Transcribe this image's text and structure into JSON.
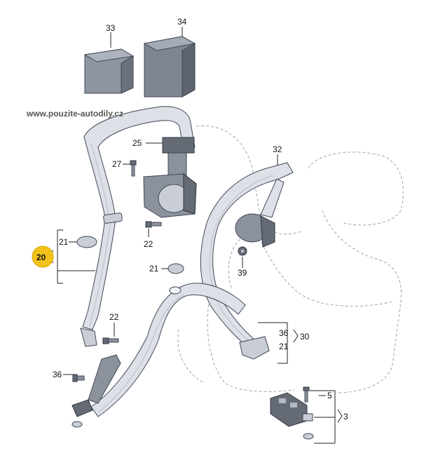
{
  "watermark": "www.pouzite-autodily.cz",
  "highlight_color": "#f2c21b",
  "callouts": {
    "c33": "33",
    "c34": "34",
    "c25": "25",
    "c27": "27",
    "c32": "32",
    "c22a": "22",
    "c21a": "21",
    "c20": "20",
    "c21b": "21",
    "c39": "39",
    "c22b": "22",
    "c36a": "36",
    "c30": "30",
    "c21c": "21",
    "c36b": "36",
    "c5": "5",
    "c3": "3"
  }
}
